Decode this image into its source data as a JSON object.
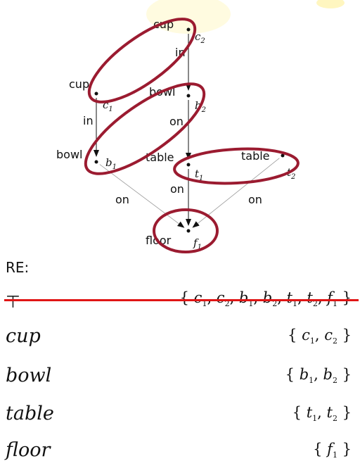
{
  "nodes": [
    {
      "id": "c2",
      "word": "cup",
      "var": "c",
      "sub": "2"
    },
    {
      "id": "c1",
      "word": "cup",
      "var": "c",
      "sub": "1"
    },
    {
      "id": "b2",
      "word": "bowl",
      "var": "b",
      "sub": "2"
    },
    {
      "id": "b1",
      "word": "bowl",
      "var": "b",
      "sub": "1"
    },
    {
      "id": "t1",
      "word": "table",
      "var": "t",
      "sub": "1"
    },
    {
      "id": "t2",
      "word": "table",
      "var": "t",
      "sub": "2"
    },
    {
      "id": "f1",
      "word": "floor",
      "var": "f",
      "sub": "1"
    }
  ],
  "edges": [
    {
      "from": "c2",
      "to": "b2",
      "label": "in"
    },
    {
      "from": "c1",
      "to": "b1",
      "label": "in"
    },
    {
      "from": "b2",
      "to": "t1",
      "label": "on"
    },
    {
      "from": "t1",
      "to": "f1",
      "label": "on"
    },
    {
      "from": "b1",
      "to": "f1",
      "label": "on"
    },
    {
      "from": "t2",
      "to": "f1",
      "label": "on"
    }
  ],
  "highlight_color": "#9b1b30",
  "strike_color": "#e01515",
  "re": {
    "heading": "RE:",
    "rows": [
      {
        "id": "top",
        "word": "⊤",
        "set": [
          [
            "c",
            "1"
          ],
          [
            "c",
            "2"
          ],
          [
            "b",
            "1"
          ],
          [
            "b",
            "2"
          ],
          [
            "t",
            "1"
          ],
          [
            "t",
            "2"
          ],
          [
            "f",
            "1"
          ]
        ],
        "struck": true
      },
      {
        "id": "cup",
        "word": "cup",
        "set": [
          [
            "c",
            "1"
          ],
          [
            "c",
            "2"
          ]
        ],
        "struck": false
      },
      {
        "id": "bowl",
        "word": "bowl",
        "set": [
          [
            "b",
            "1"
          ],
          [
            "b",
            "2"
          ]
        ],
        "struck": false
      },
      {
        "id": "table",
        "word": "table",
        "set": [
          [
            "t",
            "1"
          ],
          [
            "t",
            "2"
          ]
        ],
        "struck": false
      },
      {
        "id": "floor",
        "word": "floor",
        "set": [
          [
            "f",
            "1"
          ]
        ],
        "struck": false
      }
    ]
  }
}
